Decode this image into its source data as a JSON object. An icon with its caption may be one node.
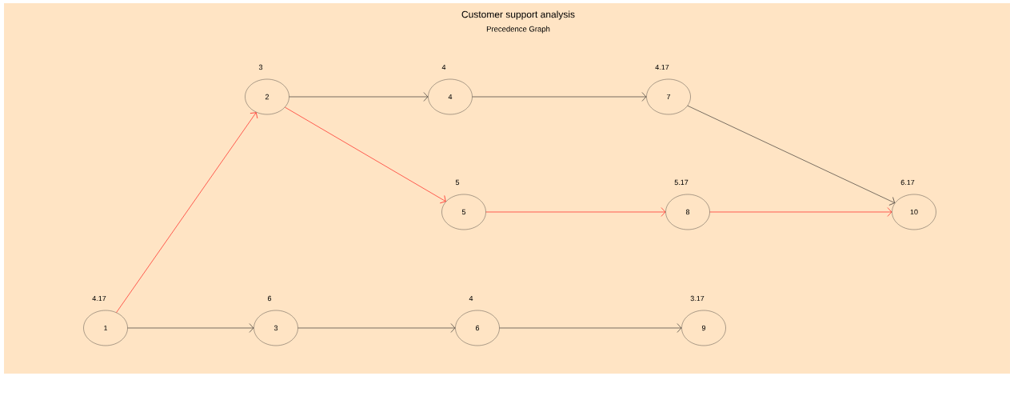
{
  "diagram": {
    "title": "Customer support analysis",
    "nodes": [
      {
        "text": [
          "1"
        ],
        "beside": [
          "4.17"
        ]
      },
      {
        "text": [
          "2"
        ],
        "beside": [
          "3"
        ]
      },
      {
        "text": [
          "3"
        ],
        "beside": [
          "6"
        ]
      },
      {
        "text": [
          "4"
        ],
        "beside": [
          "4"
        ]
      },
      {
        "text": [
          "5"
        ],
        "beside": [
          "5"
        ]
      },
      {
        "text": [
          "6"
        ],
        "beside": [
          "4"
        ]
      },
      {
        "text": [
          "7"
        ],
        "beside": [
          "4.17"
        ]
      },
      {
        "text": [
          "8"
        ],
        "beside": [
          "5.17"
        ]
      },
      {
        "text": [
          "9"
        ],
        "beside": [
          "3.17"
        ]
      },
      {
        "text": [
          "10"
        ],
        "beside": [
          "6.17"
        ]
      }
    ],
    "edges": [
      {
        "from": 0,
        "to": 1,
        "arrow": "to",
        "color": "#ff0000"
      },
      {
        "from": 0,
        "to": 2,
        "arrow": "to"
      },
      {
        "from": 1,
        "to": 3,
        "arrow": "to"
      },
      {
        "from": 1,
        "to": 4,
        "arrow": "to",
        "color": "#ff0000"
      },
      {
        "from": 2,
        "to": 5,
        "arrow": "to"
      },
      {
        "from": 3,
        "to": 6,
        "arrow": "to"
      },
      {
        "from": 4,
        "to": 7,
        "arrow": "to",
        "color": "#ff0000"
      },
      {
        "from": 5,
        "to": 8,
        "arrow": "to"
      },
      {
        "from": 6,
        "to": 9,
        "arrow": "to"
      },
      {
        "from": 7,
        "to": 9,
        "arrow": "to",
        "color": "#ff0000"
      }
    ],
    "labels": [
      "Precedence Graph"
    ]
  }
}
